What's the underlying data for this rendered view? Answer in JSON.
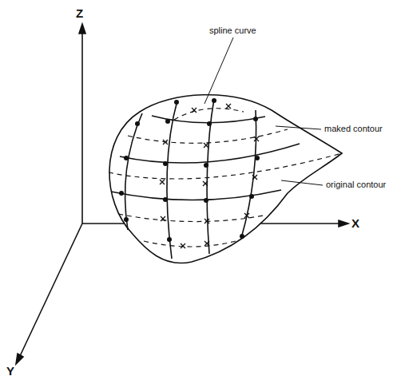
{
  "diagram": {
    "labels": [
      "Z",
      "X",
      "Y",
      "spline curve",
      "maked contour",
      "original contour"
    ]
  }
}
